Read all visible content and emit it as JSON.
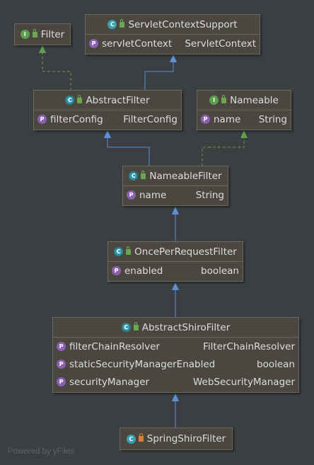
{
  "colors": {
    "background": "#3c3f41",
    "node_fill": "#49473f",
    "node_border": "#6c6a5e",
    "text": "#dddddd",
    "extends_edge": "#5d8fd6",
    "implements_edge": "#5fa04e",
    "class_icon": "#3a9fb1",
    "interface_icon": "#5e9f4d",
    "property_icon": "#8c5fb0"
  },
  "nodes": {
    "filter": {
      "name": "Filter",
      "kind": "interface",
      "icon": "interface-icon",
      "fields": []
    },
    "servletContextSupport": {
      "name": "ServletContextSupport",
      "kind": "class",
      "icon": "class-icon",
      "fields": [
        {
          "name": "servletContext",
          "type": "ServletContext"
        }
      ]
    },
    "abstractFilter": {
      "name": "AbstractFilter",
      "kind": "abstract-class",
      "icon": "abstract-class-icon",
      "fields": [
        {
          "name": "filterConfig",
          "type": "FilterConfig"
        }
      ]
    },
    "nameable": {
      "name": "Nameable",
      "kind": "interface",
      "icon": "interface-icon",
      "fields": [
        {
          "name": "name",
          "type": "String"
        }
      ]
    },
    "nameableFilter": {
      "name": "NameableFilter",
      "kind": "abstract-class",
      "icon": "abstract-class-icon",
      "fields": [
        {
          "name": "name",
          "type": "String"
        }
      ]
    },
    "oncePerRequestFilter": {
      "name": "OncePerRequestFilter",
      "kind": "abstract-class",
      "icon": "abstract-class-icon",
      "fields": [
        {
          "name": "enabled",
          "type": "boolean"
        }
      ]
    },
    "abstractShiroFilter": {
      "name": "AbstractShiroFilter",
      "kind": "abstract-class",
      "icon": "abstract-class-icon",
      "fields": [
        {
          "name": "filterChainResolver",
          "type": "FilterChainResolver"
        },
        {
          "name": "staticSecurityManagerEnabled",
          "type": "boolean"
        },
        {
          "name": "securityManager",
          "type": "WebSecurityManager"
        }
      ]
    },
    "springShiroFilter": {
      "name": "SpringShiroFilter",
      "kind": "inner-class",
      "icon": "inner-class-icon",
      "fields": []
    }
  },
  "edges": [
    {
      "from": "abstractFilter",
      "to": "filter",
      "relation": "implements"
    },
    {
      "from": "abstractFilter",
      "to": "servletContextSupport",
      "relation": "extends"
    },
    {
      "from": "nameableFilter",
      "to": "abstractFilter",
      "relation": "extends"
    },
    {
      "from": "nameableFilter",
      "to": "nameable",
      "relation": "implements"
    },
    {
      "from": "oncePerRequestFilter",
      "to": "nameableFilter",
      "relation": "extends"
    },
    {
      "from": "abstractShiroFilter",
      "to": "oncePerRequestFilter",
      "relation": "extends"
    },
    {
      "from": "springShiroFilter",
      "to": "abstractShiroFilter",
      "relation": "extends"
    }
  ],
  "footer": "Powered by yFiles"
}
